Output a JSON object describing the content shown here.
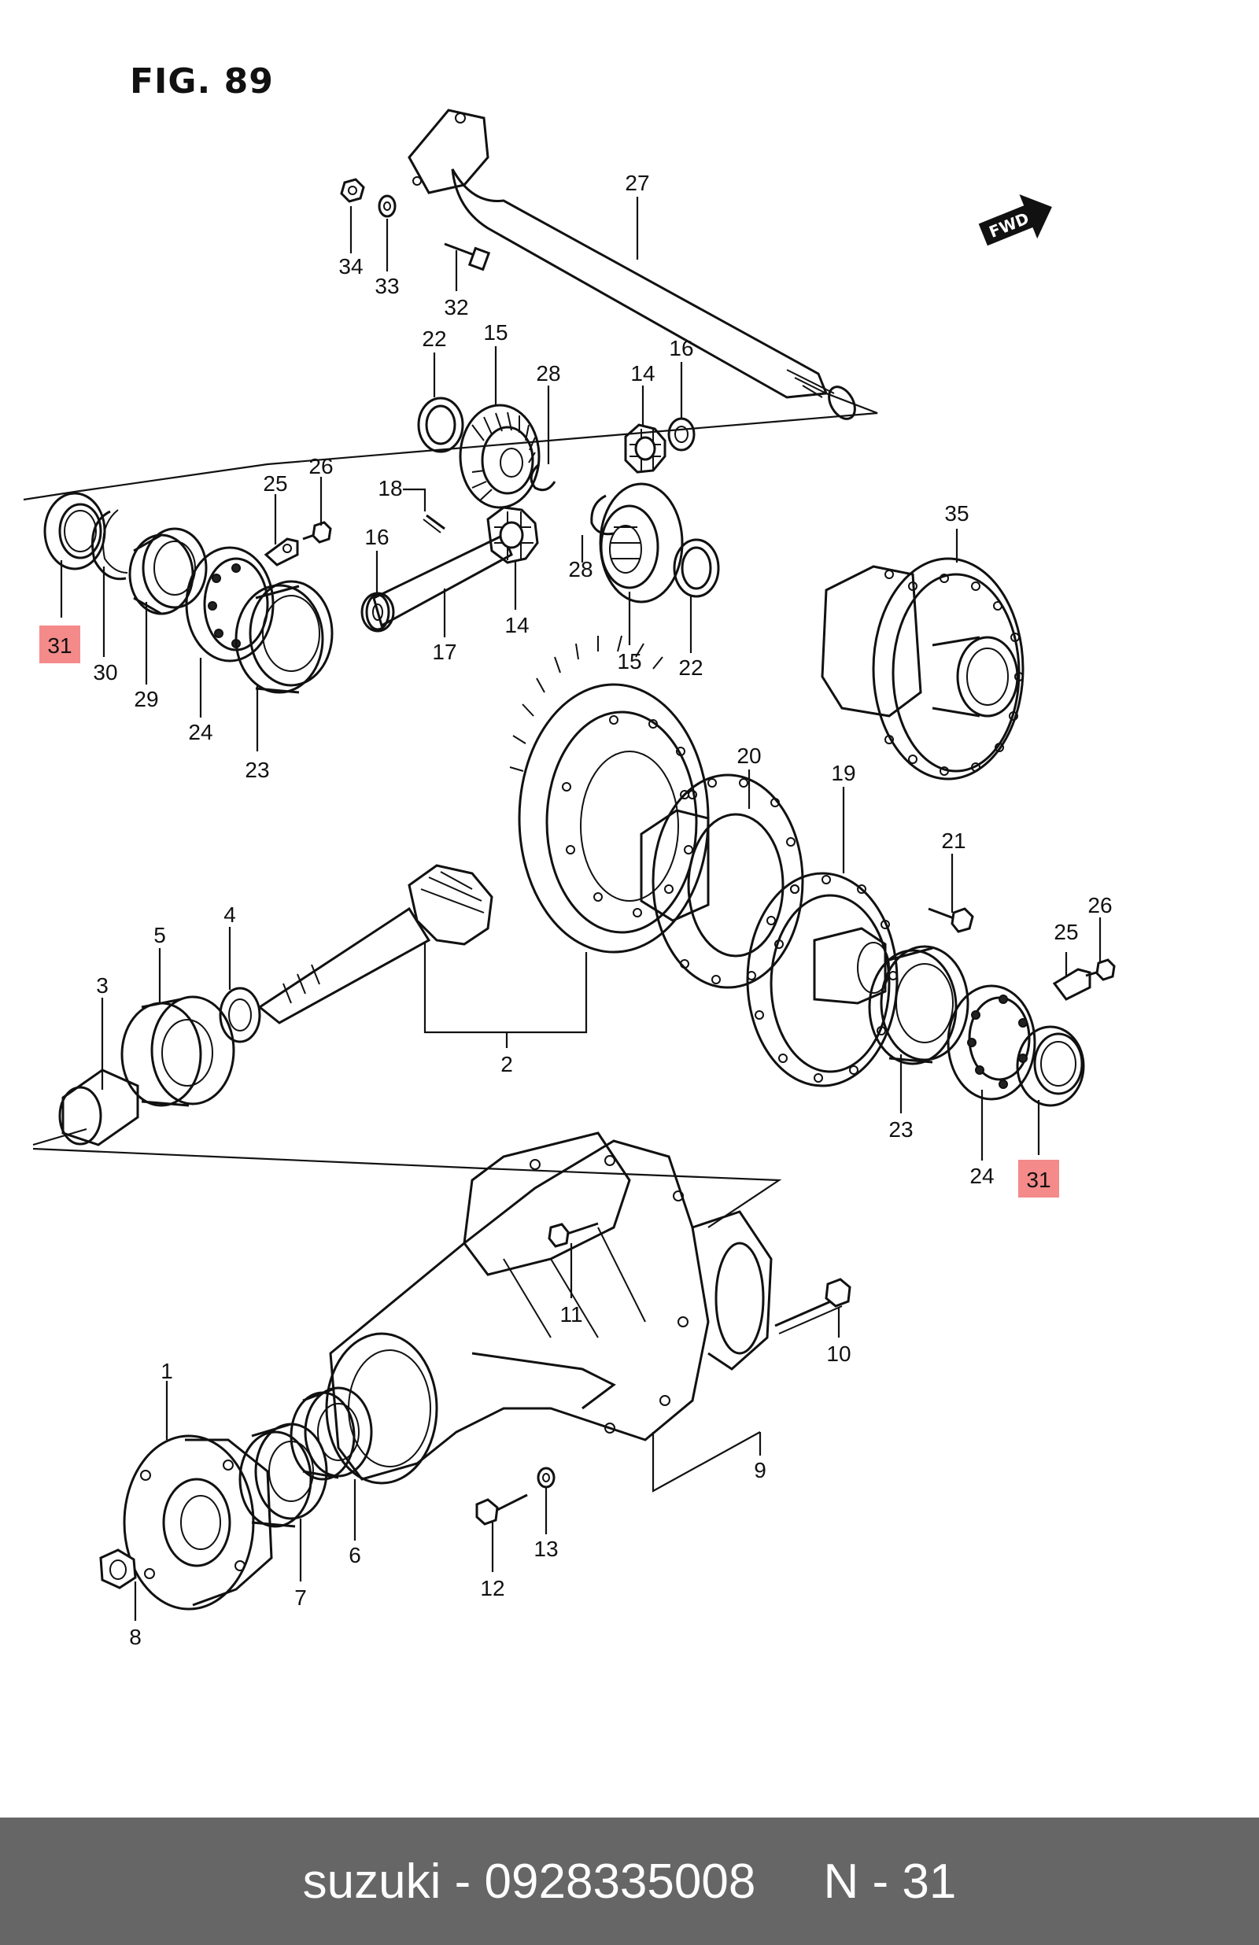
{
  "figure": {
    "title": "FIG. 89"
  },
  "direction_badge": {
    "text": "FWD",
    "icon": "forward-arrow-icon"
  },
  "highlight_color": "#f48a8a",
  "callouts": [
    {
      "id": "34",
      "label": "34",
      "highlight": false
    },
    {
      "id": "33",
      "label": "33",
      "highlight": false
    },
    {
      "id": "32",
      "label": "32",
      "highlight": false
    },
    {
      "id": "27",
      "label": "27",
      "highlight": false
    },
    {
      "id": "22a",
      "label": "22",
      "highlight": false
    },
    {
      "id": "15a",
      "label": "15",
      "highlight": false
    },
    {
      "id": "28a",
      "label": "28",
      "highlight": false
    },
    {
      "id": "14a",
      "label": "14",
      "highlight": false
    },
    {
      "id": "16a",
      "label": "16",
      "highlight": false
    },
    {
      "id": "25a",
      "label": "25",
      "highlight": false
    },
    {
      "id": "26a",
      "label": "26",
      "highlight": false
    },
    {
      "id": "18",
      "label": "18",
      "highlight": false
    },
    {
      "id": "16b",
      "label": "16",
      "highlight": false
    },
    {
      "id": "31a",
      "label": "31",
      "highlight": true
    },
    {
      "id": "30",
      "label": "30",
      "highlight": false
    },
    {
      "id": "29",
      "label": "29",
      "highlight": false
    },
    {
      "id": "24a",
      "label": "24",
      "highlight": false
    },
    {
      "id": "23a",
      "label": "23",
      "highlight": false
    },
    {
      "id": "17",
      "label": "17",
      "highlight": false
    },
    {
      "id": "14b",
      "label": "14",
      "highlight": false
    },
    {
      "id": "28b",
      "label": "28",
      "highlight": false
    },
    {
      "id": "15b",
      "label": "15",
      "highlight": false
    },
    {
      "id": "22b",
      "label": "22",
      "highlight": false
    },
    {
      "id": "35",
      "label": "35",
      "highlight": false
    },
    {
      "id": "20",
      "label": "20",
      "highlight": false
    },
    {
      "id": "19",
      "label": "19",
      "highlight": false
    },
    {
      "id": "21",
      "label": "21",
      "highlight": false
    },
    {
      "id": "4",
      "label": "4",
      "highlight": false
    },
    {
      "id": "5",
      "label": "5",
      "highlight": false
    },
    {
      "id": "3",
      "label": "3",
      "highlight": false
    },
    {
      "id": "2",
      "label": "2",
      "highlight": false
    },
    {
      "id": "26b",
      "label": "26",
      "highlight": false
    },
    {
      "id": "25b",
      "label": "25",
      "highlight": false
    },
    {
      "id": "23b",
      "label": "23",
      "highlight": false
    },
    {
      "id": "24b",
      "label": "24",
      "highlight": false
    },
    {
      "id": "31b",
      "label": "31",
      "highlight": true
    },
    {
      "id": "11",
      "label": "11",
      "highlight": false
    },
    {
      "id": "10",
      "label": "10",
      "highlight": false
    },
    {
      "id": "1",
      "label": "1",
      "highlight": false
    },
    {
      "id": "9",
      "label": "9",
      "highlight": false
    },
    {
      "id": "6",
      "label": "6",
      "highlight": false
    },
    {
      "id": "13",
      "label": "13",
      "highlight": false
    },
    {
      "id": "7",
      "label": "7",
      "highlight": false
    },
    {
      "id": "12",
      "label": "12",
      "highlight": false
    },
    {
      "id": "8",
      "label": "8",
      "highlight": false
    }
  ],
  "footer": {
    "brand": "suzuki",
    "separator": " - ",
    "part_number": "0928335008",
    "ref": "N - 31"
  }
}
